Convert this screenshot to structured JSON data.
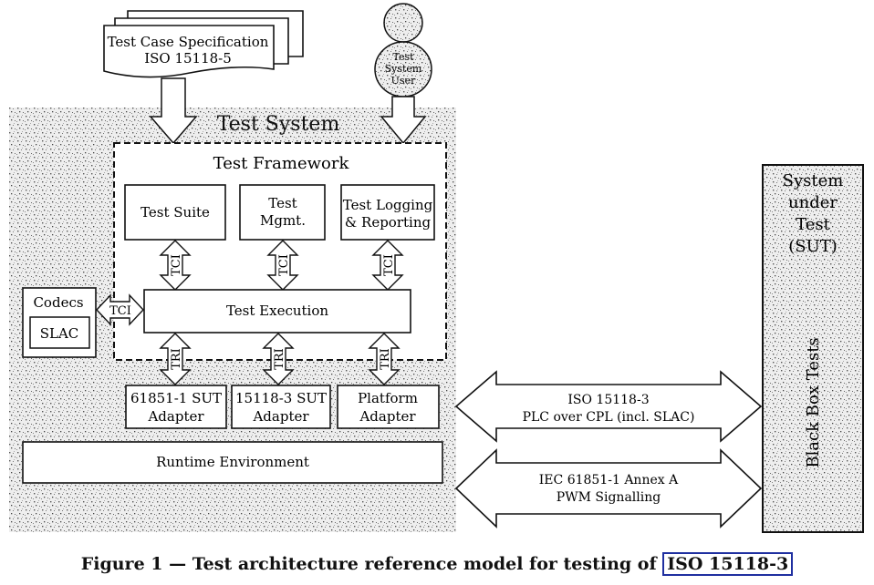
{
  "test_case_spec": {
    "line1": "Test Case Specification",
    "line2": "ISO 15118-5"
  },
  "test_system_user": {
    "line1": "Test",
    "line2": "System",
    "line3": "User"
  },
  "test_system": {
    "title": "Test System"
  },
  "test_framework": {
    "title": "Test Framework"
  },
  "test_suite": {
    "label": "Test Suite"
  },
  "test_mgmt": {
    "line1": "Test",
    "line2": "Mgmt."
  },
  "test_logging": {
    "line1": "Test Logging",
    "line2": "& Reporting"
  },
  "tci_label": "TCI",
  "tri_label": "TRI",
  "test_execution": {
    "label": "Test Execution"
  },
  "codecs": {
    "title": "Codecs",
    "slac": "SLAC"
  },
  "adapters": [
    {
      "line1": "61851-1 SUT",
      "line2": "Adapter"
    },
    {
      "line1": "15118-3 SUT",
      "line2": "Adapter"
    },
    {
      "line1": "Platform",
      "line2": "Adapter"
    }
  ],
  "runtime": {
    "label": "Runtime Environment"
  },
  "links": [
    {
      "line1": "ISO 15118-3",
      "line2": "PLC over CPL (incl. SLAC)"
    },
    {
      "line1": "IEC 61851-1 Annex A",
      "line2": "PWM Signalling"
    }
  ],
  "sut": {
    "line1": "System",
    "line2": "under",
    "line3": "Test",
    "line4": "(SUT)",
    "vertical": "Black Box Tests"
  },
  "caption": {
    "prefix": "Figure 1 — Test architecture reference model for testing of ",
    "ref": "ISO 15118-3"
  }
}
